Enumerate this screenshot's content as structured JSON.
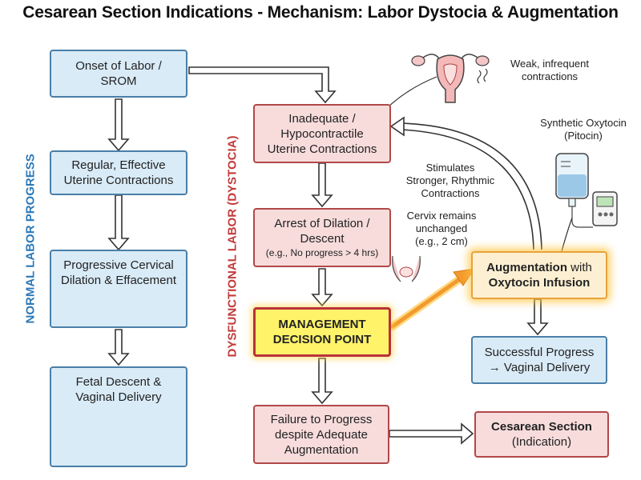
{
  "title": "Cesarean Section Indications - Mechanism: Labor Dystocia & Augmentation",
  "lanes": {
    "normal": "NORMAL LABOR PROGRESS",
    "dysfunctional": "DYSFUNCTIONAL LABOR (DYSTOCIA)"
  },
  "normal": {
    "onset": [
      "Onset of Labor /",
      "SROM"
    ],
    "regular": [
      "Regular, Effective",
      "Uterine Contractions"
    ],
    "dilation": [
      "Progressive Cervical",
      "Dilation & Effacement"
    ],
    "descent": [
      "Fetal Descent &",
      "Vaginal Delivery"
    ]
  },
  "dysfunctional": {
    "inadequate": [
      "Inadequate /",
      "Hypocontractile",
      "Uterine Contractions"
    ],
    "arrest": [
      "Arrest of Dilation /",
      "Descent"
    ],
    "arrest_sub": "(e.g., No progress > 4 hrs)",
    "decision": [
      "MANAGEMENT",
      "DECISION POINT"
    ],
    "failure": [
      "Failure to Progress",
      "despite Adequate",
      "Augmentation"
    ]
  },
  "right": {
    "augmentation_bold1": "Augmentation",
    "augmentation_normal": " with",
    "augmentation_bold2": "Oxytocin Infusion",
    "success": [
      "Successful Progress",
      "→ Vaginal Delivery"
    ],
    "cesarean_bold": "Cesarean Section",
    "cesarean_sub": "(Indication)"
  },
  "notes": {
    "weak": [
      "Weak, infrequent",
      "contractions"
    ],
    "oxytocin": [
      "Synthetic Oxytocin",
      "(Pitocin)"
    ],
    "stimulates": [
      "Stimulates",
      "Stronger, Rhythmic",
      "Contractions"
    ],
    "cervix": [
      "Cervix remains",
      "unchanged",
      "(e.g., 2 cm)"
    ]
  },
  "icons": [
    "uterus-icon",
    "iv-bag-pump-icon",
    "cervix-icon",
    "fetus-pelvis-icon"
  ],
  "colors": {
    "blue_fill": "#d9ebf7",
    "red_fill": "#f8dcdc",
    "decision_fill": "#fff36a",
    "augmentation_glow": "#ffc43c",
    "normal_label": "#2a78b8",
    "dysfunctional_label": "#c23a3a"
  }
}
